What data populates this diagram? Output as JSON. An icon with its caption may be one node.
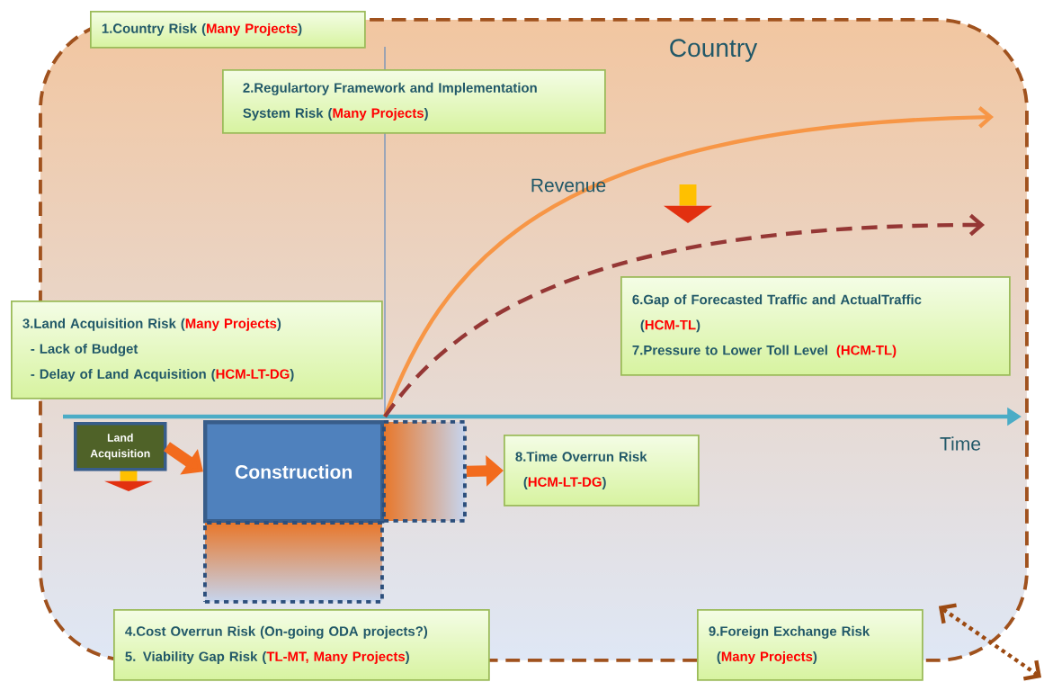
{
  "diagram": {
    "nodes": [
      {
        "text": [
          "Country"
        ]
      },
      {
        "text": [
          "1.Country Risk (",
          "Many Projects",
          ")"
        ]
      },
      {
        "text": [
          "2.Regulartory Framework and Implementation System Risk (",
          "Many Projects",
          ")"
        ],
        "in": 0
      },
      {
        "text": [
          "3.Land Acquisition Risk (",
          "Many Projects",
          ")",
          "- Lack of Budget",
          "- Delay of Land Acquisition (",
          "HCM-LT-DG",
          ")"
        ],
        "in": 0
      },
      {
        "text": [
          "6.Gap of Forecasted Traffic and ActualTraffic",
          "(",
          "HCM-TL",
          ")",
          "7.Pressure to Lower Toll Level",
          "(HCM-TL)"
        ],
        "in": 0
      },
      {
        "text": [
          "Land Acquisition"
        ],
        "in": 0
      },
      {
        "text": [
          "Construction"
        ],
        "in": 0
      },
      {
        "text": [],
        "shape": "box",
        "in": 0
      },
      {
        "text": [],
        "shape": "box",
        "in": 0
      },
      {
        "text": [
          "8.Time Overrun Risk",
          "(",
          "HCM-LT-DG",
          ")"
        ],
        "in": 0
      },
      {
        "text": [
          "4.Cost Overrun Risk (On-going ODA projects?)",
          "5. Viability Gap Risk (",
          "TL-MT, Many Projects",
          ")"
        ]
      },
      {
        "text": [
          "9.Foreign Exchange Risk",
          "(",
          "Many Projects",
          ")"
        ]
      }
    ],
    "edges": [
      {
        "from": 5,
        "to": 6,
        "arrow": "to"
      },
      {
        "from": 8,
        "to": 9,
        "arrow": "to"
      },
      {
        "from": null,
        "to": 0,
        "arrow": "both",
        "style": "dashed",
        "color": "#9c4a12"
      }
    ],
    "labels": [
      "Revenue",
      "Time"
    ]
  }
}
